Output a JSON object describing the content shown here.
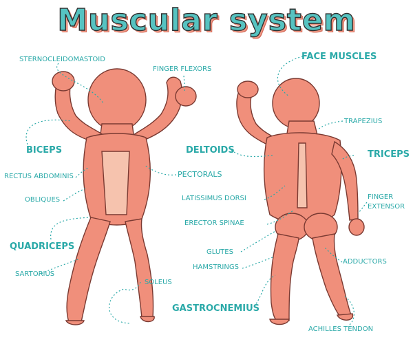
{
  "title": "Muscular system",
  "labels": {
    "sternocleidomastoid": "Sternocleidomastoid",
    "finger_flexors": "Finger flexors",
    "face_muscles": "Face muscles",
    "trapezius": "Trapezius",
    "biceps": "Biceps",
    "deltoids": "Deltoids",
    "triceps": "Triceps",
    "rectus_abdominis": "Rectus abdominis",
    "pectorals": "Pectorals",
    "obliques": "Obliques",
    "latissimus_dorsi": "Latissimus dorsi",
    "finger_extensor_1": "Finger",
    "finger_extensor_2": "extensor",
    "erector_spinae": "Erector spinae",
    "quadriceps": "Quadriceps",
    "glutes": "Glutes",
    "adductors": "Adductors",
    "sartorius": "Sartorius",
    "hamstrings": "Hamstrings",
    "soleus": "Soleus",
    "gastrocnemius": "Gastrocnemius",
    "achilles_tendon": "Achilles tendon"
  }
}
